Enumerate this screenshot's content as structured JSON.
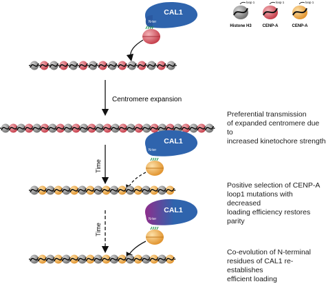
{
  "legend": {
    "items": [
      {
        "label": "Histone H3",
        "loop_label": "loop 1",
        "color": "#8a8a8a"
      },
      {
        "label": "CENP-A",
        "loop_label": "loop 1",
        "color": "#d9535f"
      },
      {
        "label": "CENP-A",
        "loop_label": "loop 1",
        "color": "#f0a843"
      }
    ]
  },
  "protein": {
    "name": "CAL1",
    "nter_label": "N-ter",
    "blue": "#2f64ad",
    "purple": "#8e2e8c"
  },
  "steps": {
    "expansion_label": "Centromere expansion",
    "time_label": "Time",
    "time_label_2": "Time"
  },
  "captions": {
    "c1": [
      "Preferential transmission",
      "of expanded centromere due to",
      "increased kinetochore strength"
    ],
    "c2": [
      "Positive selection of CENP-A",
      "loop1 mutations with decreased",
      "loading efficiency restores parity"
    ],
    "c3": [
      "Co-evolution of N-terminal",
      "residues of CAL1 re-establishes",
      "efficient loading"
    ]
  },
  "colors": {
    "h3": "#8a8a8a",
    "cenpa_red": "#d9535f",
    "cenpa_orange": "#f0a843",
    "dna": "#1a1a1a",
    "green_contacts": "#2a9a52"
  },
  "arrays": {
    "row1": "GRGRGRGRGRGRGRG",
    "row2": "GRGRGRGRGRGRGRGRGRGRGRGRGRG",
    "row3": "GOGOGOGOGOGOGOGOGO",
    "row4": "GOGOGOGOGOGOGOGOGO"
  }
}
